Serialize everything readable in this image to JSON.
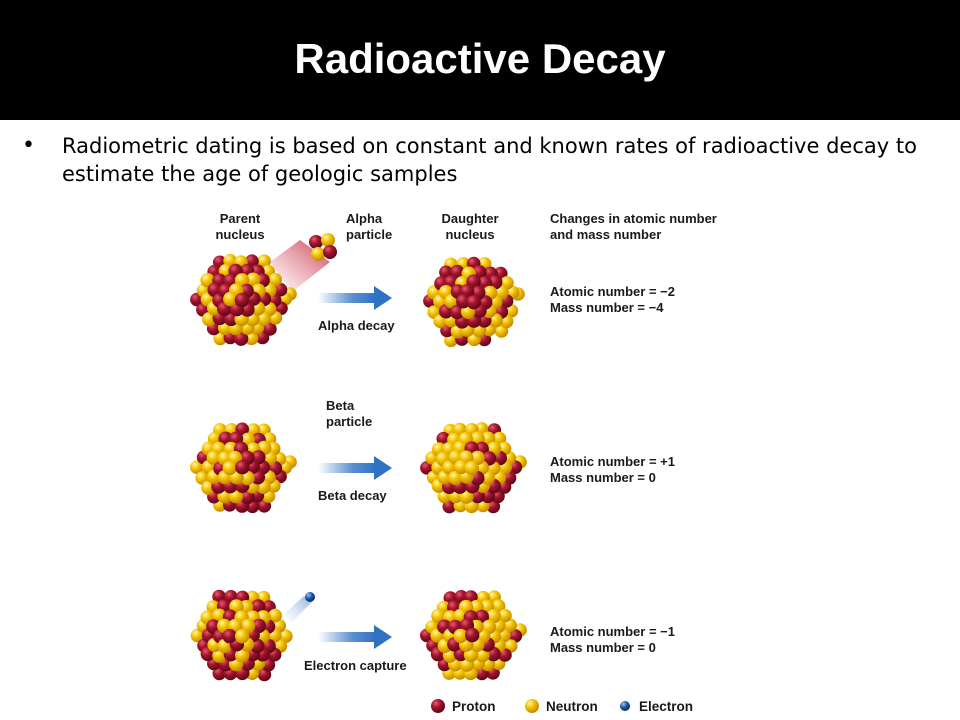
{
  "title": "Radioactive Decay",
  "bullet": {
    "marker": "•",
    "text": "Radiometric dating is based on constant and known rates of radioactive decay to estimate the age of geologic samples"
  },
  "diagram": {
    "headers": {
      "parent": [
        "Parent",
        "nucleus"
      ],
      "alpha_particle": [
        "Alpha",
        "particle"
      ],
      "daughter": [
        "Daughter",
        "nucleus"
      ],
      "changes": [
        "Changes in atomic number",
        "and mass number"
      ]
    },
    "rows": [
      {
        "particle_label": [],
        "decay_label": "Alpha decay",
        "atomic_change": "Atomic number = −2",
        "mass_change": "Mass number = −4",
        "particle": "alpha"
      },
      {
        "particle_label": [
          "Beta",
          "particle"
        ],
        "decay_label": "Beta decay",
        "atomic_change": "Atomic number = +1",
        "mass_change": "Mass number = 0",
        "particle": "beta"
      },
      {
        "particle_label": [],
        "decay_label": "Electron capture",
        "atomic_change": "Atomic number = −1",
        "mass_change": "Mass number = 0",
        "particle": "electron"
      }
    ],
    "legend": [
      {
        "label": "Proton",
        "color": "#a3142d"
      },
      {
        "label": "Neutron",
        "color": "#f5c400"
      },
      {
        "label": "Electron",
        "color": "#1f5aa6"
      }
    ],
    "colors": {
      "proton": "#a3142d",
      "neutron": "#f5c400",
      "electron": "#1f5aa6",
      "arrow": "#2f72c4"
    }
  }
}
